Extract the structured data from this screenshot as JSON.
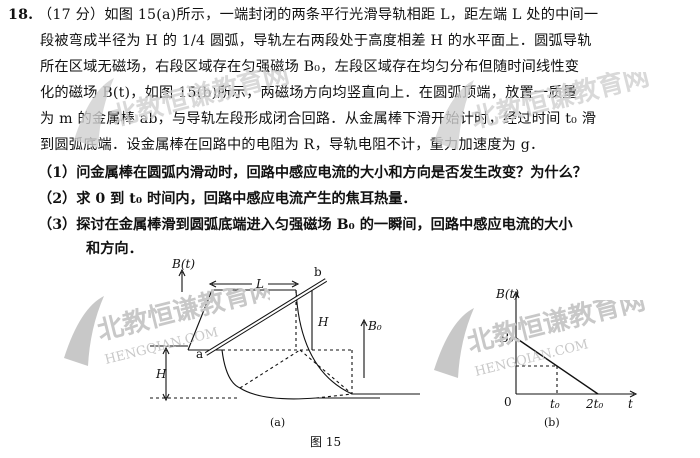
{
  "question": {
    "number": "18.",
    "score": "（17 分）",
    "lines": [
      "如图 15(a)所示，一端封闭的两条平行光滑导轨相距 L，距左端 L 处的中间一",
      "段被弯成半径为 H 的 1/4 圆弧，导轨左右两段处于高度相差 H 的水平面上．圆弧导轨",
      "所在区域无磁场，右段区域存在匀强磁场 B₀，左段区域存在均匀分布但随时间线性变",
      "化的磁场 B(t)，如图 15(b)所示，两磁场方向均竖直向上．在圆弧顶端，放置一质量",
      "为 m 的金属棒 ab，与导轨左段形成闭合回路．从金属棒下滑开始计时，经过时间 t₀ 滑",
      "到圆弧底端．设金属棒在回路中的电阻为 R，导轨电阻不计，重力加速度为 g．"
    ],
    "subs": [
      "（1）问金属棒在圆弧内滑动时，回路中感应电流的大小和方向是否发生改变？为什么？",
      "（2）求 0 到 t₀ 时间内，回路中感应电流产生的焦耳热量．",
      "（3）探讨在金属棒滑到圆弧底端进入匀强磁场 B₀ 的一瞬间，回路中感应电流的大小",
      "和方向．"
    ]
  },
  "figure_a": {
    "label_Bt": "B(t)",
    "label_L": "L",
    "label_b": "b",
    "label_a": "a",
    "label_H_right": "H",
    "label_H_left": "H",
    "label_B0": "B₀",
    "caption": "(a)"
  },
  "figure_b": {
    "label_Bt": "B(t)",
    "label_B0": "B₀",
    "label_origin": "0",
    "label_t0": "t₀",
    "label_2t0": "2t₀",
    "label_t": "t",
    "caption": "(b)"
  },
  "figure_caption": "图 15",
  "watermark": {
    "main": "北教恒谦教育网",
    "sub": "HENGQIAN.COM"
  },
  "colors": {
    "ink": "#111111",
    "watermark": "#c8c8c8"
  }
}
